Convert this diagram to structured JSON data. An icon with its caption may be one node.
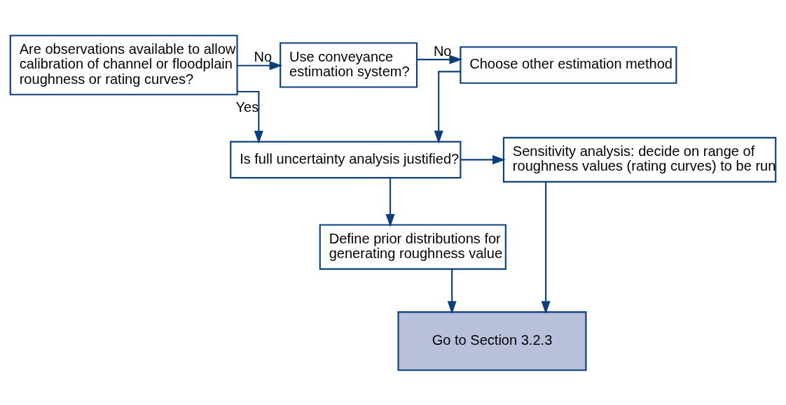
{
  "diagram": {
    "nodes": [
      {
        "text": [
          "Are observations available to allow calibration of channel or floodplain roughness or rating curves?"
        ]
      },
      {
        "text": [
          "Use conveyance estimation system?"
        ]
      },
      {
        "text": [
          "Choose other estimation method"
        ]
      },
      {
        "text": [
          "Is full uncertainty analysis justified?"
        ]
      },
      {
        "text": [
          "Sensitivity analysis: decide on range of roughness values (rating curves) to be run"
        ]
      },
      {
        "text": [
          "Define prior distributions for generating roughness value"
        ]
      },
      {
        "text": [
          "Go to Section 3.2.3"
        ]
      }
    ],
    "edges": [
      {
        "from": 0,
        "to": 1,
        "arrow": "to",
        "label": "No"
      },
      {
        "from": 1,
        "to": 2,
        "arrow": "to",
        "label": "No"
      },
      {
        "from": 0,
        "to": 3,
        "arrow": "to",
        "label": "Yes"
      },
      {
        "from": 2,
        "to": 3,
        "arrow": "to"
      },
      {
        "from": 3,
        "to": 4,
        "arrow": "to"
      },
      {
        "from": 3,
        "to": 5,
        "arrow": "to"
      },
      {
        "from": 5,
        "to": 6,
        "arrow": "to"
      },
      {
        "from": 4,
        "to": 6,
        "arrow": "to"
      }
    ]
  }
}
